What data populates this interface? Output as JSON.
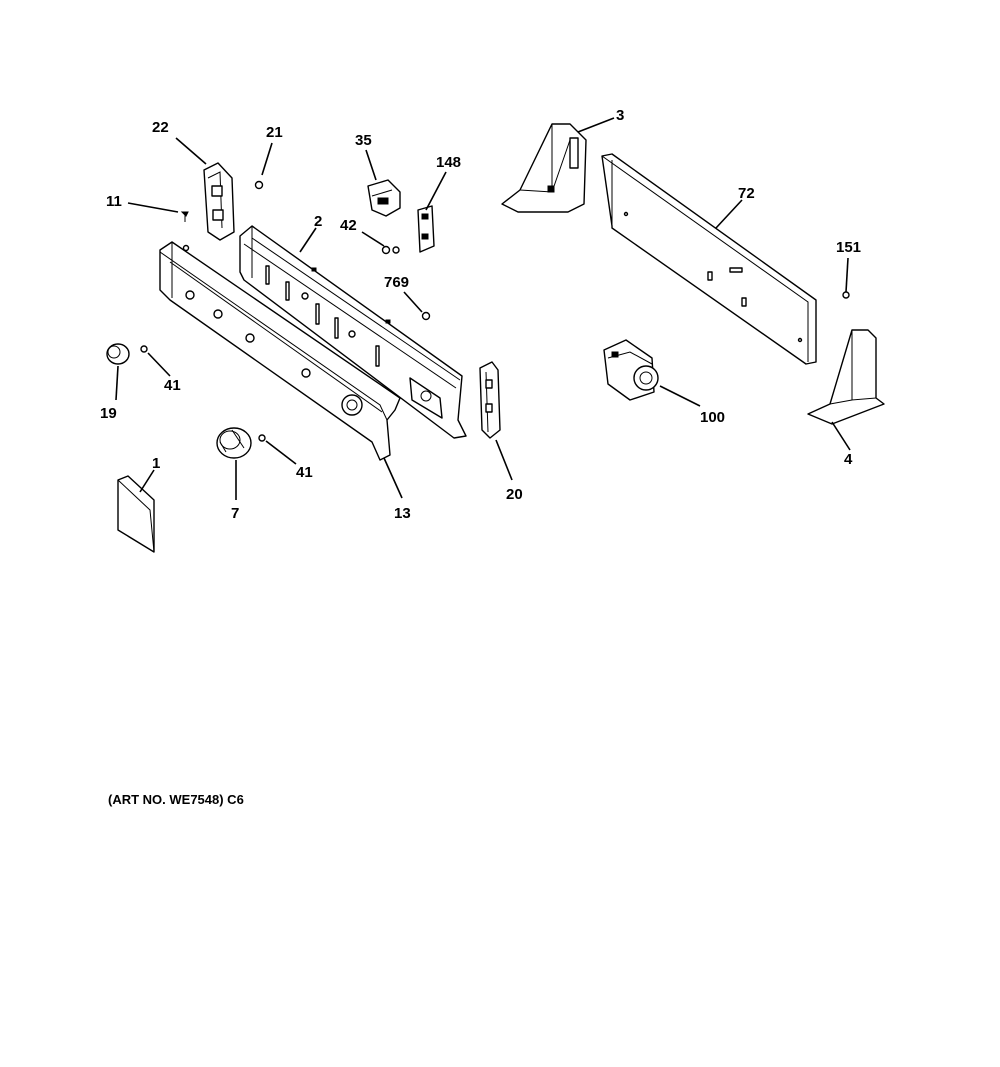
{
  "callouts": {
    "c1": "1",
    "c2": "2",
    "c3": "3",
    "c4": "4",
    "c7": "7",
    "c11": "11",
    "c13": "13",
    "c19": "19",
    "c20": "20",
    "c21": "21",
    "c22": "22",
    "c35": "35",
    "c41a": "41",
    "c41b": "41",
    "c42": "42",
    "c72": "72",
    "c100": "100",
    "c148": "148",
    "c151": "151",
    "c769": "769"
  },
  "art_number": "(ART NO. WE7548) C6"
}
